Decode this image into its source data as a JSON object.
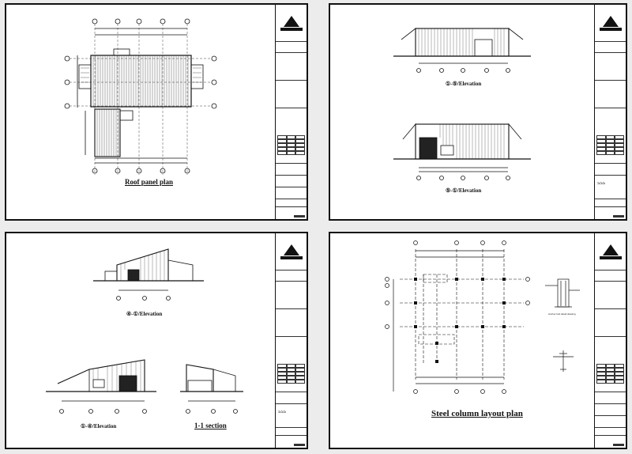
{
  "sheets": [
    {
      "id": "s1",
      "titles": [
        "Roof panel plan"
      ]
    },
    {
      "id": "s2",
      "titles": [
        "①-⑤/Elevation",
        "⑤-①/Elevation"
      ]
    },
    {
      "id": "s3",
      "titles": [
        "④-①/Elevation",
        "①-④/Elevation",
        "1-1 section"
      ]
    },
    {
      "id": "s4",
      "titles": [
        "Steel column layout plan",
        "Anchor bolt detail drawing"
      ]
    }
  ],
  "drawing_no": "SSS",
  "colors": {
    "line": "#111111",
    "paper": "#ffffff",
    "background": "#ececec"
  }
}
